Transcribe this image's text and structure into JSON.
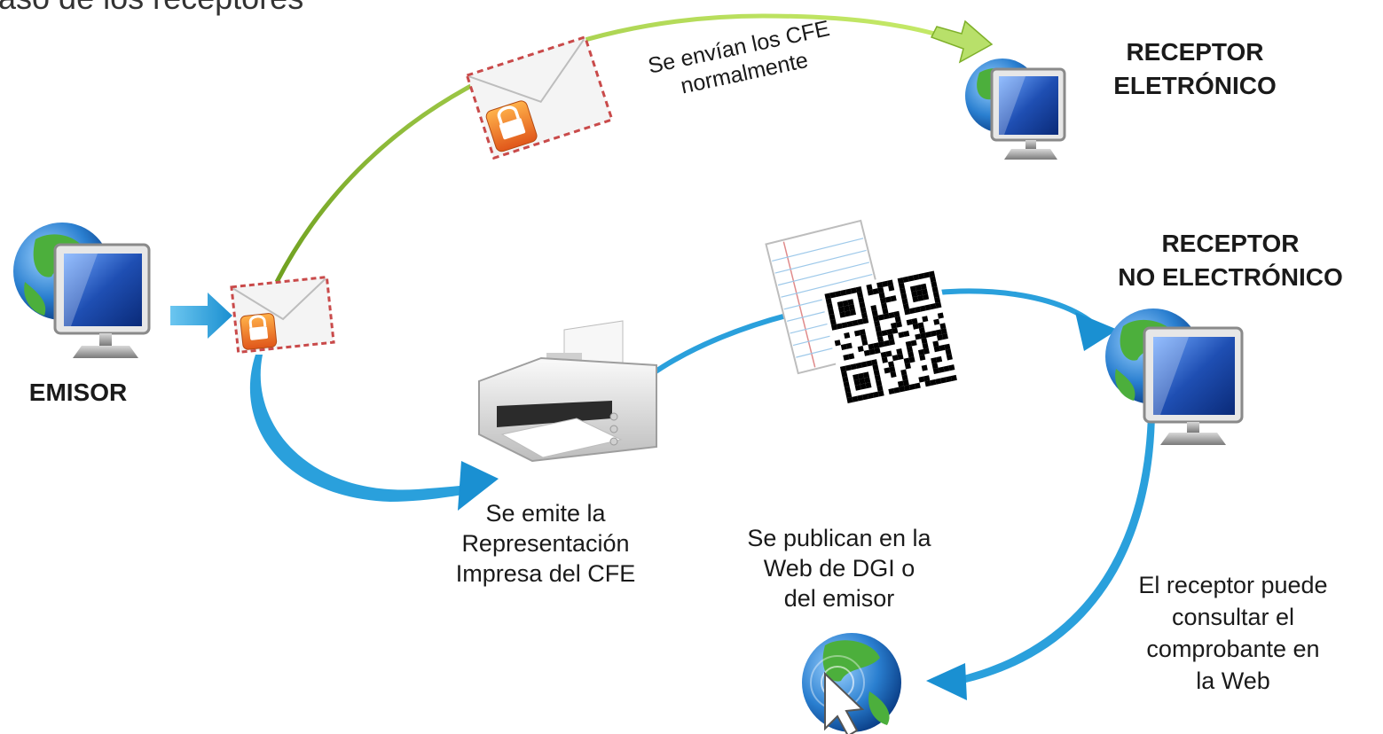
{
  "heading": "aso de los receptores",
  "nodes": {
    "emisor": "EMISOR",
    "receptor_electronico": "RECEPTOR\nELETRÓNICO",
    "receptor_no_electronico": "RECEPTOR\nNO ELECTRÓNICO"
  },
  "captions": {
    "envio": "Se envían los CFE\nnormalmente",
    "impresa": "Se emite la\nRepresentación\nImpresa del CFE",
    "publican": "Se publican en la\nWeb de DGI o\ndel emisor",
    "consulta": "El receptor puede\nconsultar el\ncomprobante en\nla Web"
  },
  "colors": {
    "green_arrow": "#9acd32",
    "blue_arrow": "#1e9ad6",
    "monitor_screen": "#1f4fb3",
    "globe_blue": "#2a7fd0",
    "land_green": "#4caf3c",
    "lock_orange": "#f07a1a"
  },
  "icons": [
    "computer-globe-icon",
    "envelope-lock-icon",
    "printer-icon",
    "document-icon",
    "qr-code-icon",
    "web-globe-cursor-icon"
  ]
}
